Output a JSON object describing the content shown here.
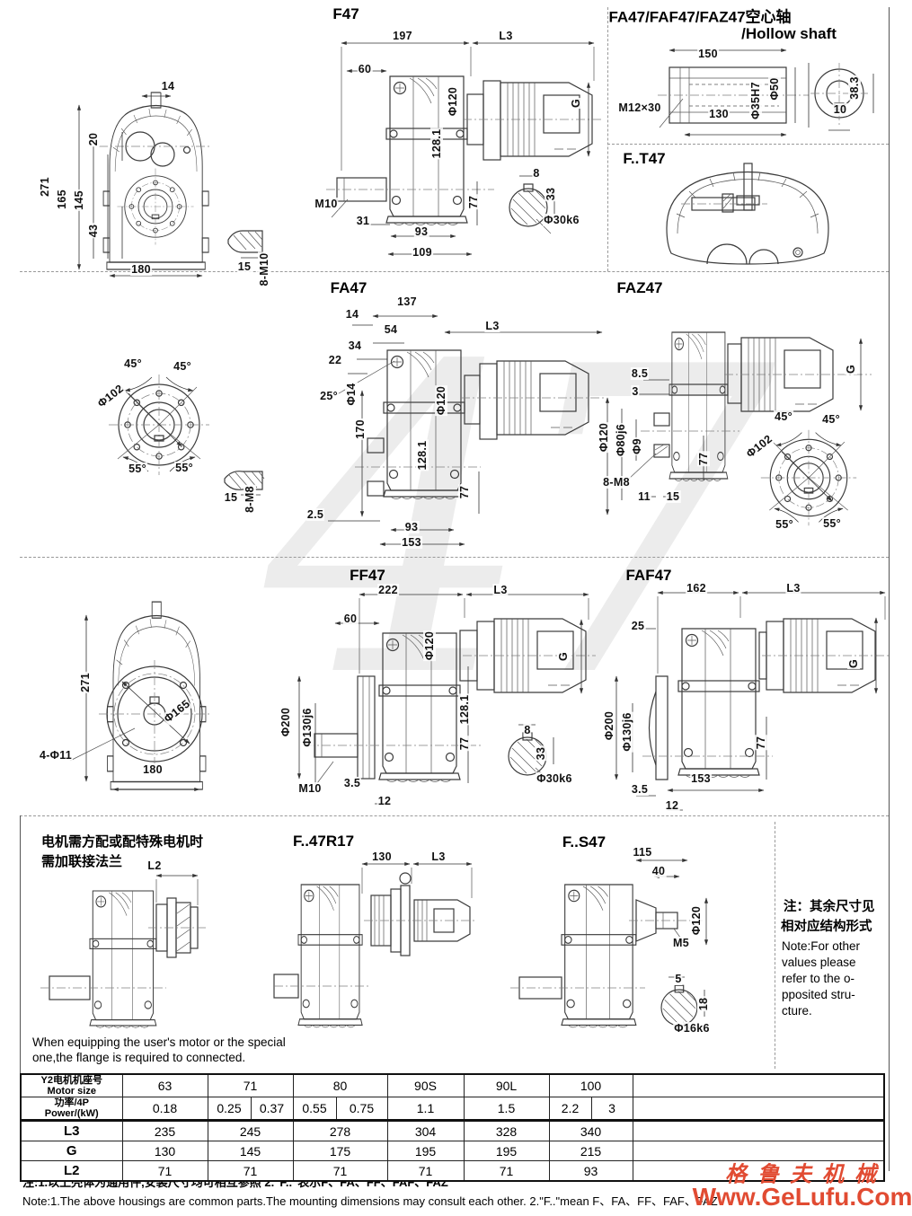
{
  "watermark": {
    "big": "47",
    "brand": "格鲁夫机械",
    "site": "Www.GeLufu.Com",
    "red": "#e14b32"
  },
  "views": {
    "f47_front": {
      "labels": [
        "14",
        "20",
        "271",
        "165",
        "145",
        "43",
        "180",
        "15",
        "8-M10"
      ]
    },
    "f47_side": {
      "title": "F47",
      "labels": [
        "197",
        "L3",
        "60",
        "Φ120",
        "128.1",
        "G",
        "M10",
        "31",
        "93",
        "109",
        "77",
        "8",
        "33",
        "Φ30k6"
      ]
    },
    "hollow": {
      "title_line1": "FA47/FAF47/FAZ47空心轴",
      "title_line2": "/Hollow shaft",
      "labels": [
        "150",
        "M12×30",
        "130",
        "Φ35H7",
        "Φ50",
        "38.3",
        "10"
      ]
    },
    "ft47": {
      "title": "F..T47"
    },
    "fa47_side": {
      "title": "FA47",
      "labels": [
        "137",
        "14",
        "54",
        "34",
        "22",
        "25°",
        "Φ14",
        "170",
        "L3",
        "Φ120",
        "128.1",
        "77",
        "2.5",
        "93",
        "153"
      ]
    },
    "fa47_flange": {
      "labels": [
        "45°",
        "45°",
        "Φ102",
        "55°",
        "55°",
        "15",
        "8-M8"
      ]
    },
    "faz47": {
      "title": "FAZ47",
      "labels": [
        "8.5",
        "3",
        "G",
        "Φ120",
        "Φ80j6",
        "Φ9",
        "77",
        "8-M8",
        "11",
        "15",
        "45°",
        "45°",
        "Φ102",
        "55°",
        "55°"
      ]
    },
    "ff47_side": {
      "title": "FF47",
      "labels": [
        "222",
        "L3",
        "60",
        "Φ120",
        "G",
        "128.1",
        "77",
        "Φ200",
        "Φ130j6",
        "M10",
        "3.5",
        "12",
        "8",
        "33",
        "Φ30k6"
      ]
    },
    "ff47_front": {
      "labels": [
        "271",
        "Φ165",
        "4-Φ11",
        "180"
      ]
    },
    "faf47": {
      "title": "FAF47",
      "labels": [
        "162",
        "L3",
        "25",
        "Φ200",
        "Φ130j6",
        "77",
        "153",
        "3.5",
        "12",
        "G"
      ]
    },
    "left_flange": {
      "zh": [
        "电机需方配或配特殊电机时",
        "需加联接法兰"
      ],
      "labels": [
        "L2"
      ],
      "en": [
        "When equipping the user's motor or the special",
        "one,the flange is required to connected."
      ]
    },
    "r17": {
      "title": "F..47R17",
      "labels": [
        "130",
        "L3"
      ]
    },
    "s47": {
      "title": "F..S47",
      "labels": [
        "115",
        "40",
        "Φ120",
        "M5",
        "5",
        "18",
        "Φ16k6"
      ]
    },
    "side_note": {
      "zh": [
        "注：其余尺寸见",
        "相对应结构形式"
      ],
      "en": [
        "Note:For other",
        "values please",
        "refer to the o-",
        "pposited stru-",
        "cture."
      ]
    }
  },
  "table": {
    "motor_row": {
      "zh": "Y2电机机座号",
      "en": "Motor size",
      "values": [
        "63",
        "71",
        "80",
        "90S",
        "90L",
        "100"
      ]
    },
    "power_row": {
      "zh": "功率/4P",
      "en": "Power/(kW)",
      "values": [
        "0.18",
        "0.25",
        "0.37",
        "0.55",
        "0.75",
        "1.1",
        "1.5",
        "2.2",
        "3"
      ]
    },
    "l3_row": {
      "label": "L3",
      "values": [
        "235",
        "245",
        "278",
        "304",
        "328",
        "340"
      ]
    },
    "g_row": {
      "label": "G",
      "values": [
        "130",
        "145",
        "175",
        "195",
        "195",
        "215"
      ]
    },
    "l2_row": {
      "label": "L2",
      "values": [
        "71",
        "71",
        "71",
        "71",
        "71",
        "93"
      ]
    }
  },
  "notes": {
    "zh": "注:1.以上壳体为通用件,安装尺寸均可相互参照    2.\"F..\"表示F、FA、FF、FAF、FAZ",
    "en": "Note:1.The above housings are common parts.The mounting dimensions may consult each other.   2.\"F..\"mean F、FA、FF、FAF、FAZ"
  }
}
